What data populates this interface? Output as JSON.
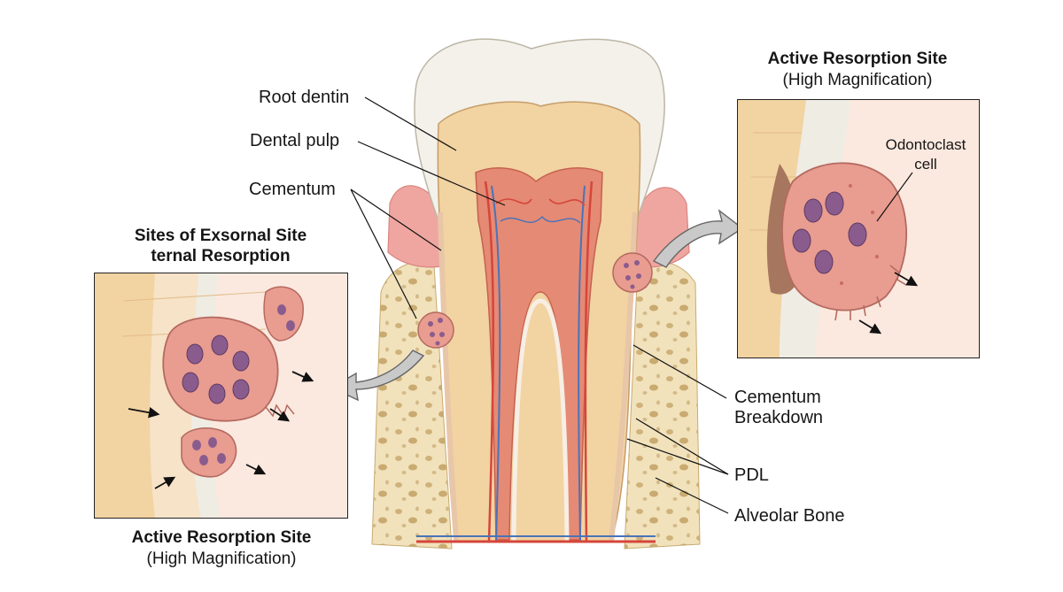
{
  "labels": {
    "root_dentin": "Root dentin",
    "dental_pulp": "Dental pulp",
    "cementum": "Cementum",
    "cementum_breakdown_1": "Cementum",
    "cementum_breakdown_2": "Breakdown",
    "pdl": "PDL",
    "alveolar_bone": "Alveolar Bone",
    "odontoclast_1": "Odontoclast",
    "odontoclast_2": "cell"
  },
  "left_inset": {
    "heading_1": "Sites of Exsornal Site",
    "heading_2": "ternal Resorption",
    "caption_title": "Active Resorption Site",
    "caption_sub": "(High Magnification)"
  },
  "right_inset": {
    "title": "Active Resorption Site",
    "sub": "(High Magnification)"
  },
  "colors": {
    "enamel": "#f3f1ea",
    "dentin": "#f2d3a2",
    "pulp": "#e58a74",
    "gum": "#f0a6a0",
    "bone": "#f1e2bc",
    "cell": "#e99c90",
    "nucleus": "#8a5c8e",
    "vessel_red": "#d6453a",
    "vessel_blue": "#4a73b8"
  }
}
